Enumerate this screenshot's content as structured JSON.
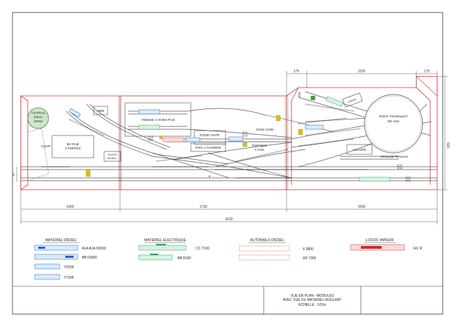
{
  "dimensions": {
    "left_margin": "175",
    "turntable_width": "1150",
    "right_margin": "175",
    "module1": "1000",
    "module2": "1730",
    "module3": "1500",
    "total": "4230",
    "height": "600",
    "left_height": "32",
    "small_dim": "326"
  },
  "labels": {
    "water_tower": [
      "CHATEAU",
      "D'EAU",
      "100m3"
    ],
    "abri": "ABRI",
    "cour": "COUR",
    "shed_3": [
      "BV PLM",
      "3 PORTES"
    ],
    "poste": [
      "POSTE",
      "AIGUILL."
    ],
    "remise": "REMISE 2 VOIES PLM",
    "fosse": "FOSSE VISITE",
    "parc": "PARC A CHARBON",
    "grue": "GRUE HYDR.",
    "portique": [
      "PORTIQUE",
      "A FUEL"
    ],
    "local": "LOCAL",
    "turntable": [
      "PONT TOURNANT",
      "DE 24m"
    ],
    "huilerie": "HUILERIE",
    "train_travaux": "TRAIN DE TRAVAUX",
    "track_b": "B"
  },
  "legend": {
    "diesel": {
      "title": "MATERIEL DIESEL",
      "items": [
        "A1A A1A 62000",
        "BB 63000",
        "Y5200",
        "Y7200"
      ]
    },
    "electric": {
      "title": "MATERIEL ELECTRIQUE",
      "items": [
        "CC 7100",
        "BB 8100"
      ]
    },
    "autorails": {
      "title": "AUTORAILS DIESEL",
      "items": [
        "X 3800",
        "XR 7300"
      ]
    },
    "vapeur": {
      "title": "LOCOS VAPEUR",
      "items": [
        "141 R"
      ]
    }
  },
  "title_block": {
    "line1": "VUE EN PLAN - MODULES",
    "line2": "AVEC VUE DU MATERIEL ROULANT",
    "line3": "ECHELLE : 1/10e"
  },
  "colors": {
    "frame": "#333333",
    "module": "#d43030",
    "track": "#555555",
    "diesel": "#2a5fd0",
    "electric": "#2aa060",
    "autorail": "#e04040",
    "green": "#3aa040",
    "yellow": "#d8c020"
  }
}
